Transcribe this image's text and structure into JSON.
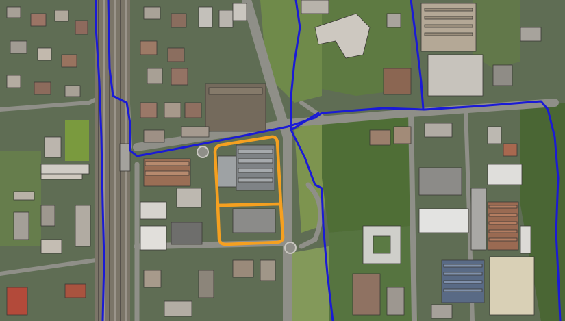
{
  "map": {
    "view": "aerial-orthophoto",
    "overlay_colors": {
      "route_lines": "#1a1ad6",
      "site_outline": "#f5a020"
    },
    "features": [
      {
        "name": "railway-tracks",
        "type": "railway"
      },
      {
        "name": "site-parcel-north",
        "type": "highlighted-parcel"
      },
      {
        "name": "site-parcel-south",
        "type": "highlighted-parcel"
      },
      {
        "name": "route-lines",
        "type": "line-network",
        "count": 6
      }
    ]
  }
}
